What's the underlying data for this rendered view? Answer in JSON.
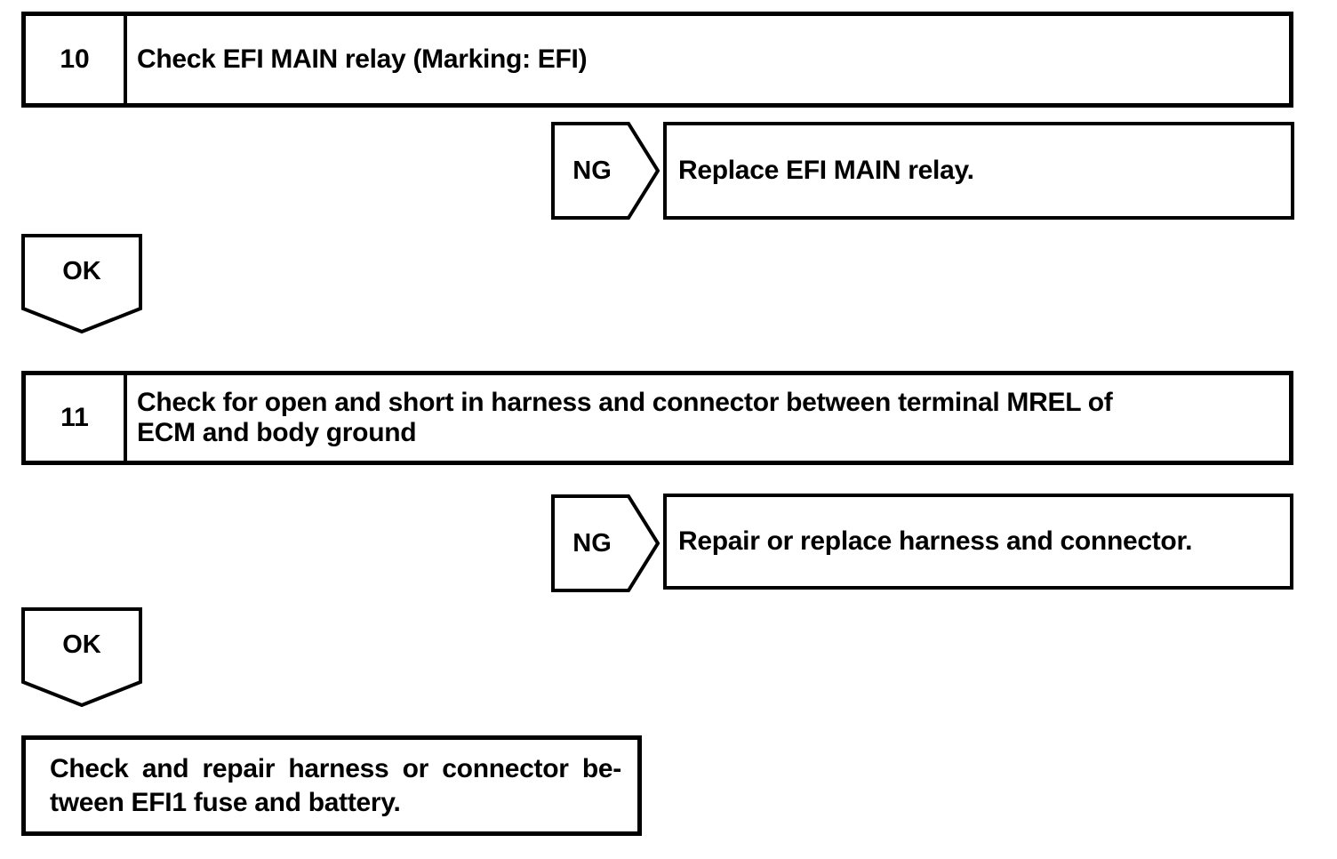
{
  "diagram": {
    "background": "#ffffff",
    "line_color": "#000000",
    "steps": [
      {
        "number": "10",
        "title_lines": [
          "Check EFI MAIN relay (Marking: EFI)"
        ],
        "ng_label": "NG",
        "ng_result": "Replace EFI MAIN relay.",
        "ok_label": "OK"
      },
      {
        "number": "11",
        "title_lines": [
          "Check for open and short in harness and connector between terminal MREL of",
          "ECM and body ground"
        ],
        "ng_label": "NG",
        "ng_result": "Repair or replace harness and connector.",
        "ok_label": "OK"
      }
    ],
    "final_action_lines": [
      "Check and repair harness or connector be-",
      "tween EFI1 fuse and battery."
    ]
  }
}
